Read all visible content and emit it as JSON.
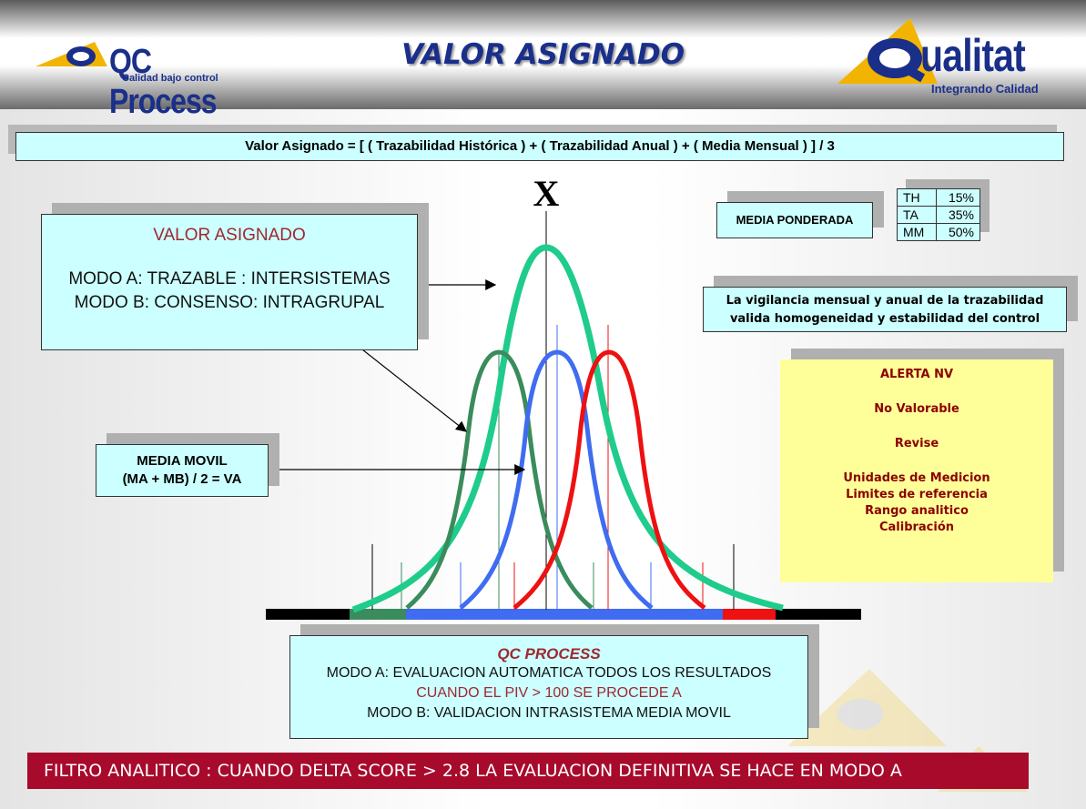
{
  "header": {
    "title": "VALOR ASIGNADO",
    "left_logo": {
      "name": "QC Process",
      "tagline": "Calidad bajo control"
    },
    "right_logo": {
      "name": "ualitat",
      "tagline": "Integrando Calidad"
    }
  },
  "formula": "Valor Asignado =  [ ( Trazabilidad Histórica ) +  ( Trazabilidad Anual )  + ( Media Mensual ) ]  / 3",
  "x_label": "X",
  "valor_asignado_box": {
    "title": "VALOR ASIGNADO",
    "line1": "MODO A: TRAZABLE : INTERSISTEMAS",
    "line2": "MODO B: CONSENSO: INTRAGRUPAL"
  },
  "media_movil_box": {
    "line1": "MEDIA MOVIL",
    "line2": "(MA + MB) / 2 = VA"
  },
  "media_ponderada": {
    "label": "MEDIA PONDERADA",
    "rows": [
      {
        "key": "TH",
        "value": "15%"
      },
      {
        "key": "TA",
        "value": "35%"
      },
      {
        "key": "MM",
        "value": "50%"
      }
    ]
  },
  "vigilancia": {
    "line1": "La vigilancia mensual y anual de la trazabilidad",
    "line2": "valida homogeneidad y estabilidad del control"
  },
  "alerta": {
    "title": "ALERTA NV",
    "l1": "No Valorable",
    "l2": "Revise",
    "l3": "Unidades de Medicion",
    "l4": "Limites de referencia",
    "l5": "Rango analitico",
    "l6": "Calibración",
    "icon": "sun-alert-icon"
  },
  "qc_process_box": {
    "title": "QC PROCESS",
    "line1": "MODO A: EVALUACION AUTOMATICA TODOS LOS RESULTADOS",
    "line2": "CUANDO EL PIV > 100 SE PROCEDE A",
    "line3": "MODO B: VALIDACION INTRASISTEMA MEDIA MOVIL"
  },
  "filtro": "FILTRO ANALITICO : CUANDO DELTA SCORE > 2.8 LA EVALUACION DEFINITIVA  SE HACE EN MODO A",
  "colors": {
    "teal_curve": "#1fcc8c",
    "green_curve": "#3a8c5c",
    "blue_curve": "#3f6cf0",
    "red_curve": "#ee1111",
    "dark_red_banner": "#a80a2c",
    "navy_text": "#1a2f8a",
    "box_cyan": "#ccffff",
    "alert_yellow": "#ffff99"
  }
}
